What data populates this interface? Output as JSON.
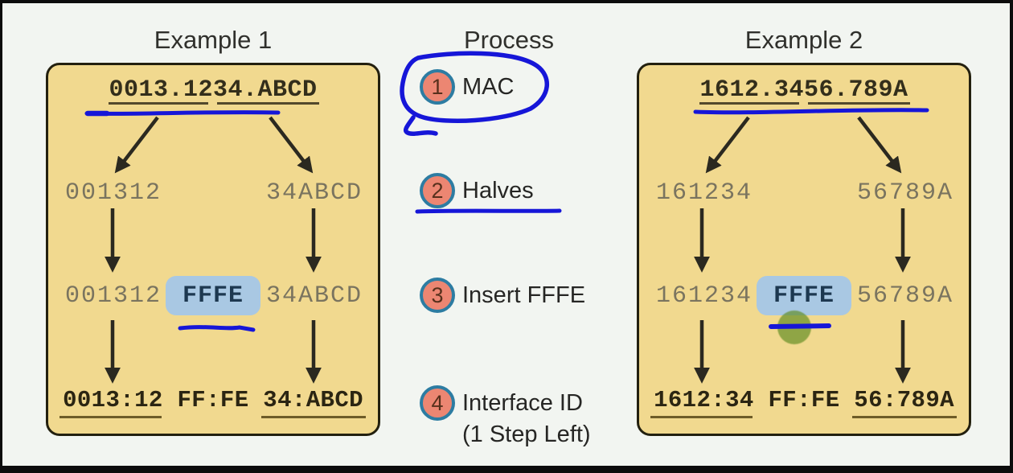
{
  "titles": {
    "example1": "Example 1",
    "process": "Process",
    "example2": "Example 2"
  },
  "process": {
    "steps": [
      {
        "num": "1",
        "label": "MAC"
      },
      {
        "num": "2",
        "label": "Halves"
      },
      {
        "num": "3",
        "label": "Insert FFFE"
      },
      {
        "num": "4",
        "label": "Interface ID",
        "sublabel": "(1 Step Left)"
      }
    ]
  },
  "example1": {
    "mac": "0013.1234.ABCD",
    "half_left": "001312",
    "half_right": "34ABCD",
    "insert_left": "001312",
    "insert_chip": "FFFE",
    "insert_right": "34ABCD",
    "final": "0013:12 FF:FE 34:ABCD"
  },
  "example2": {
    "mac": "1612.3456.789A",
    "half_left": "161234",
    "half_right": "56789A",
    "insert_left": "161234",
    "insert_chip": "FFFE",
    "insert_right": "56789A",
    "final": "1612:34 FF:FE 56:789A"
  },
  "colors": {
    "background": "#f2f5f1",
    "frame": "#0c0c0c",
    "box_fill": "#f1d98f",
    "box_border": "#23200f",
    "mac_text": "#332e1b",
    "half_text": "#7a745f",
    "underline_dark": "#53492c",
    "underline_final": "#6e5c28",
    "chip_fill": "#a9c8e3",
    "chip_text": "#1d3850",
    "arrow": "#2b2920",
    "ink_blue": "#1616d8",
    "green_dot": "#608c22",
    "step_circle_fill": "#ec8672",
    "step_circle_border": "#2d7ca2",
    "step_number": "#57301c"
  }
}
